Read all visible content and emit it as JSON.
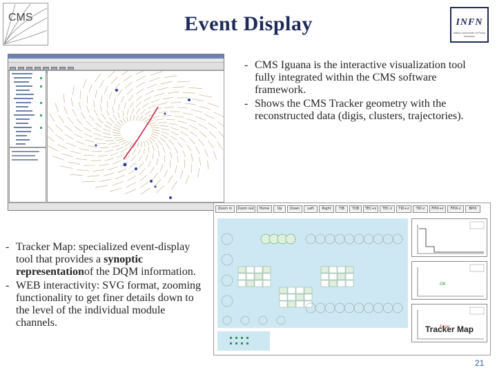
{
  "slide": {
    "title": "Event Display",
    "page_number": "21",
    "accent_color": "#1d2a5a"
  },
  "logos": {
    "left": {
      "text": "CMS",
      "icon": "cms-logo"
    },
    "right": {
      "text": "INFN",
      "subtext": "Istituto Nazionale di Fisica Nucleare",
      "icon": "infn-logo"
    }
  },
  "right_bullets": [
    {
      "text": "CMS Iguana is the interactive visualization tool fully integrated within the CMS software framework."
    },
    {
      "text": "Shows the CMS Tracker geometry with the reconstructed data (digis, clusters, trajectories)."
    }
  ],
  "left_bullets": {
    "b1_pre": "Tracker Map: specialized event-display tool that provides a ",
    "b1_bold": "synoptic representation",
    "b1_post": "of the DQM information.",
    "b2": "WEB interactivity: SVG format, zooming functionality to get finer details down to the level of the individual module channels."
  },
  "tracker_map": {
    "toolbar": [
      "Zoom in",
      "Zoom out",
      "Home",
      "Up",
      "Down",
      "Left",
      "Right",
      "TIB",
      "TOB",
      "TEC+z",
      "TEC-z",
      "TID+z",
      "TID-z",
      "FPIX+z",
      "FPIX-z",
      "BPIX"
    ],
    "label": "Tracker Map"
  }
}
